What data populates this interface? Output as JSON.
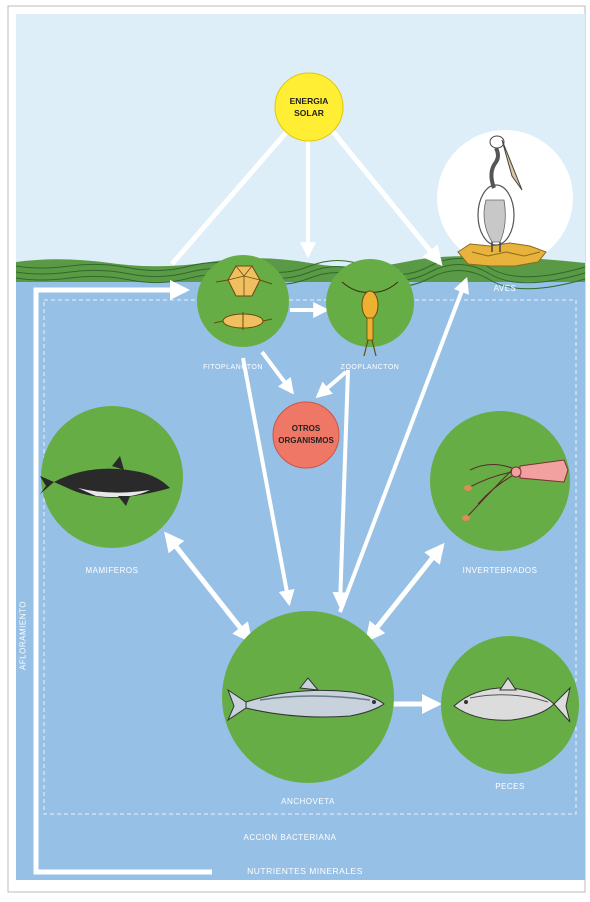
{
  "colors": {
    "sky": "#ddeef8",
    "sea": "#97c0e6",
    "node_green": "#66ad45",
    "sun_yellow": "#ffee33",
    "other_red": "#ee7766",
    "arrow": "#ffffff"
  },
  "nodes": {
    "energia_solar": {
      "line1": "ENERGIA",
      "line2": "SOLAR"
    },
    "otros_organismos": {
      "line1": "OTROS",
      "line2": "ORGANISMOS"
    },
    "aves": {
      "label": "AVES",
      "icon": "pelican-icon"
    },
    "fitoplancton": {
      "label": "FITOPLANCTON",
      "icon": "phytoplankton-icon"
    },
    "zooplancton": {
      "label": "ZOOPLANCTON",
      "icon": "copepod-icon"
    },
    "mamiferos": {
      "label": "MAMIFEROS",
      "icon": "dolphin-icon"
    },
    "invertebrados": {
      "label": "INVERTEBRADOS",
      "icon": "squid-icon"
    },
    "anchoveta": {
      "label": "ANCHOVETA",
      "icon": "anchovy-icon"
    },
    "peces": {
      "label": "PECES",
      "icon": "tuna-icon"
    }
  },
  "processes": {
    "afloramiento": "AFLORAMIENTO",
    "accion_bacteriana": "ACCION BACTERIANA",
    "nutrientes_minerales": "NUTRIENTES MINERALES"
  }
}
